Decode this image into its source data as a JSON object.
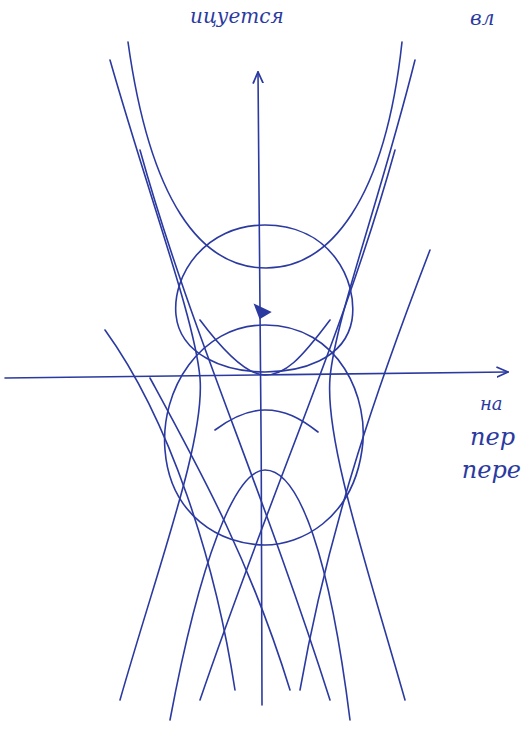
{
  "diagram": {
    "labels": [
      "ицуется",
      "вл",
      "на",
      "пер",
      "пере"
    ]
  }
}
